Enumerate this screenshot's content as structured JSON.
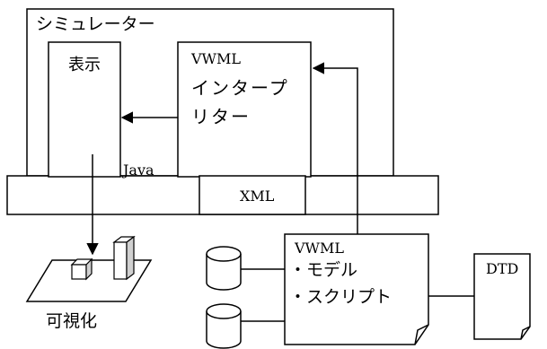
{
  "diagram": {
    "simulator_label": "シミュレーター",
    "display_label": "表示",
    "interpreter_lines": [
      "VWML",
      "インタープ",
      "リター"
    ],
    "java_label": "Java",
    "xml_label": "XML",
    "visualization_label": "可視化",
    "vwml_doc_lines": [
      "VWML",
      "・モデル",
      "・スクリプト"
    ],
    "dtd_label": "DTD"
  }
}
